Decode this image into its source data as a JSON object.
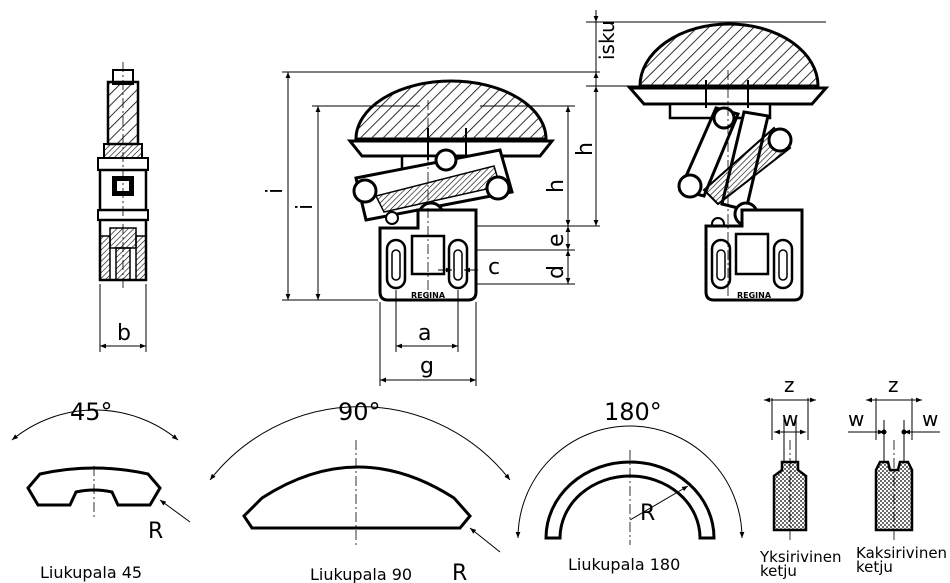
{
  "labels": {
    "isku": "isku",
    "h": "h",
    "i": "i",
    "e": "e",
    "d": "d",
    "c": "c",
    "a": "a",
    "g": "g",
    "b": "b",
    "z": "z",
    "w": "w",
    "R": "R",
    "regina": "REGINA"
  },
  "angles": {
    "a45": "45°",
    "a90": "90°",
    "a180": "180°"
  },
  "captions": {
    "liukupala45": "Liukupala 45",
    "liukupala90": "Liukupala 90",
    "liukupala180": "Liukupala 180",
    "yksirivinen_1": "Yksirivinen",
    "yksirivinen_2": "ketju",
    "kaksirivinen_1": "Kaksirivinen",
    "kaksirivinen_2": "ketju"
  },
  "colors": {
    "line": "#000000",
    "background": "#ffffff"
  }
}
